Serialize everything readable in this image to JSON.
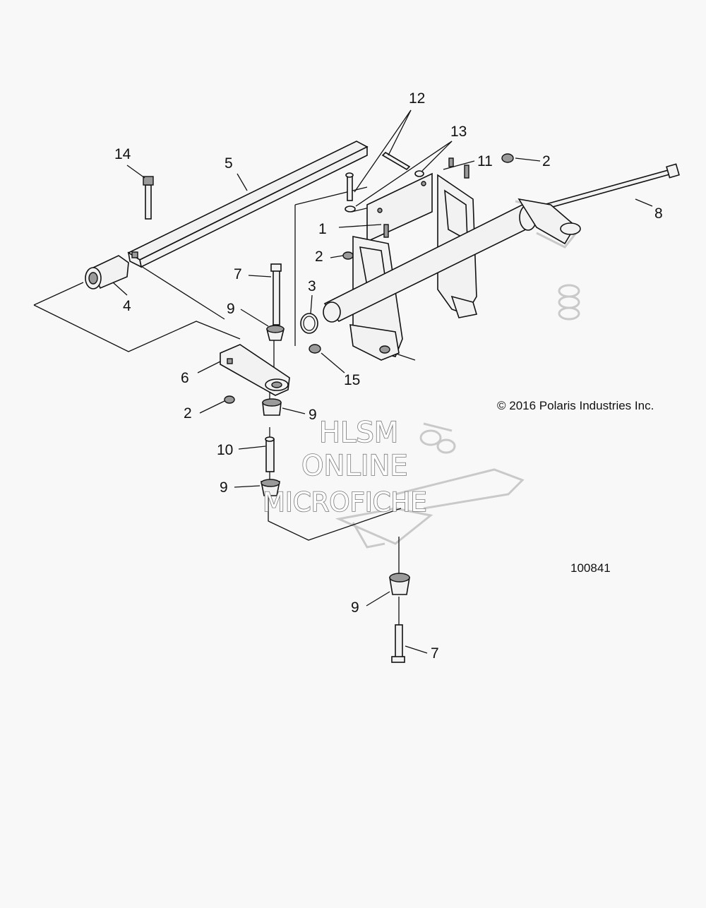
{
  "diagram": {
    "copyright": "© 2016 Polaris Industries Inc.",
    "reference_number": "100841",
    "watermark": [
      "HLSM",
      "ONLINE",
      "MICROFICHE"
    ],
    "callouts": {
      "c1": "1",
      "c2a": "2",
      "c2b": "2",
      "c2c": "2",
      "c3": "3",
      "c4": "4",
      "c5": "5",
      "c6": "6",
      "c7a": "7",
      "c7b": "7",
      "c8": "8",
      "c9a": "9",
      "c9b": "9",
      "c9c": "9",
      "c9d": "9",
      "c10": "10",
      "c11": "11",
      "c12": "12",
      "c13": "13",
      "c14": "14",
      "c15": "15"
    }
  }
}
